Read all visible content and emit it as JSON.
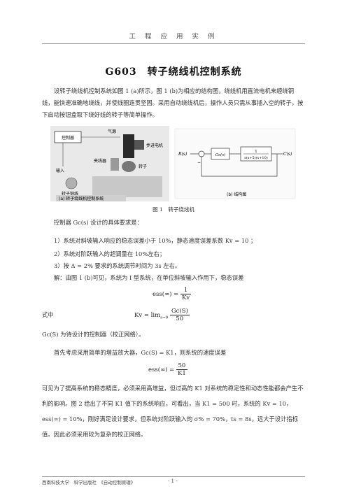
{
  "header": {
    "running_title": "工 程 应 用 实 例"
  },
  "title": "G603　转子绕线机控制系统",
  "intro": "设转子绕线机控制系统如图 1 (a)所示，图 1 (b)为相应的结构图，绕线机用直流电机来缠绕铜线，能快速准确地绕线，并使线圈连贯坚固。采用自动绕线机后，操作人员只需从事插入空的转子，按下启动按钮盒取下绕好线的转子等简单操作。",
  "figure": {
    "panel_a": {
      "caption": "(a) 转子绕线机控制系统",
      "labels": {
        "controller": "控制器",
        "input": "输入",
        "air": "气源",
        "motor": "步进电机",
        "rotor": "转子",
        "holder": "夹线器",
        "wire": "转子铜线"
      }
    },
    "panel_b": {
      "caption": "(b) 结构图",
      "labels": {
        "input": "R(s)",
        "controller": "Gc(s)",
        "plant_num": "1",
        "plant_den": "s(s+5)(s+10)",
        "output": "C(s)",
        "sum_sign": "−"
      }
    },
    "caption": "图 1　转子绕线机"
  },
  "design_intro": "控制器 Gc(s) 设计的具体要求是：",
  "requirements": [
    {
      "num": "1）",
      "text": "系统对斜坡输入响应的稳态误差小于 10%，静态速度误差系数 Kv = 10 ；"
    },
    {
      "num": "2）",
      "text": "系统对阶跃输入的超调量在 10%左右；"
    },
    {
      "num": "3）",
      "text": "按 Δ = 2% 要求的系统调节时间为 3s 左右。"
    }
  ],
  "solution": "解：由图 1 (b)可见，系统为 I 型系统，在单位斜坡输入作用下，稳态误差",
  "eq1": {
    "lhs": "ess(∞) =",
    "num": "1",
    "den": "Kv"
  },
  "where": "式中",
  "eq2": {
    "lhs": "Kv = lim",
    "sub": "s→0",
    "num": "Gc(S)",
    "den": "50"
  },
  "gc_note": "Gc(S) 为待设计的控制器（校正网络）。",
  "gain_para": "首先考虑采用简单的增益放大器，Gc(S) = K1，则系统的速度误差",
  "eq3": {
    "lhs": "ess(∞) =",
    "num": "50",
    "den": "K1"
  },
  "analysis": "可见为了提高系统的稳态精度，必须采用高增益，但过高的 K1 对系统的稳定性和动态性能都会产生不利的影响。图 2 给出了不同 K1 值下的系统响应，可看出，当 K1 = 500 时，系统的 Kv = 10，ess(∞) = 10%，刚好满足设计要求，但系统对阶跃输入的 σ% = 70%，ts = 8s，远大于设计指标值。因此必须采用较为复杂的校正网络。",
  "footer": {
    "publisher": "西南科技大学　科学出版社　《自动控制原理》",
    "page": "- 1 -"
  }
}
